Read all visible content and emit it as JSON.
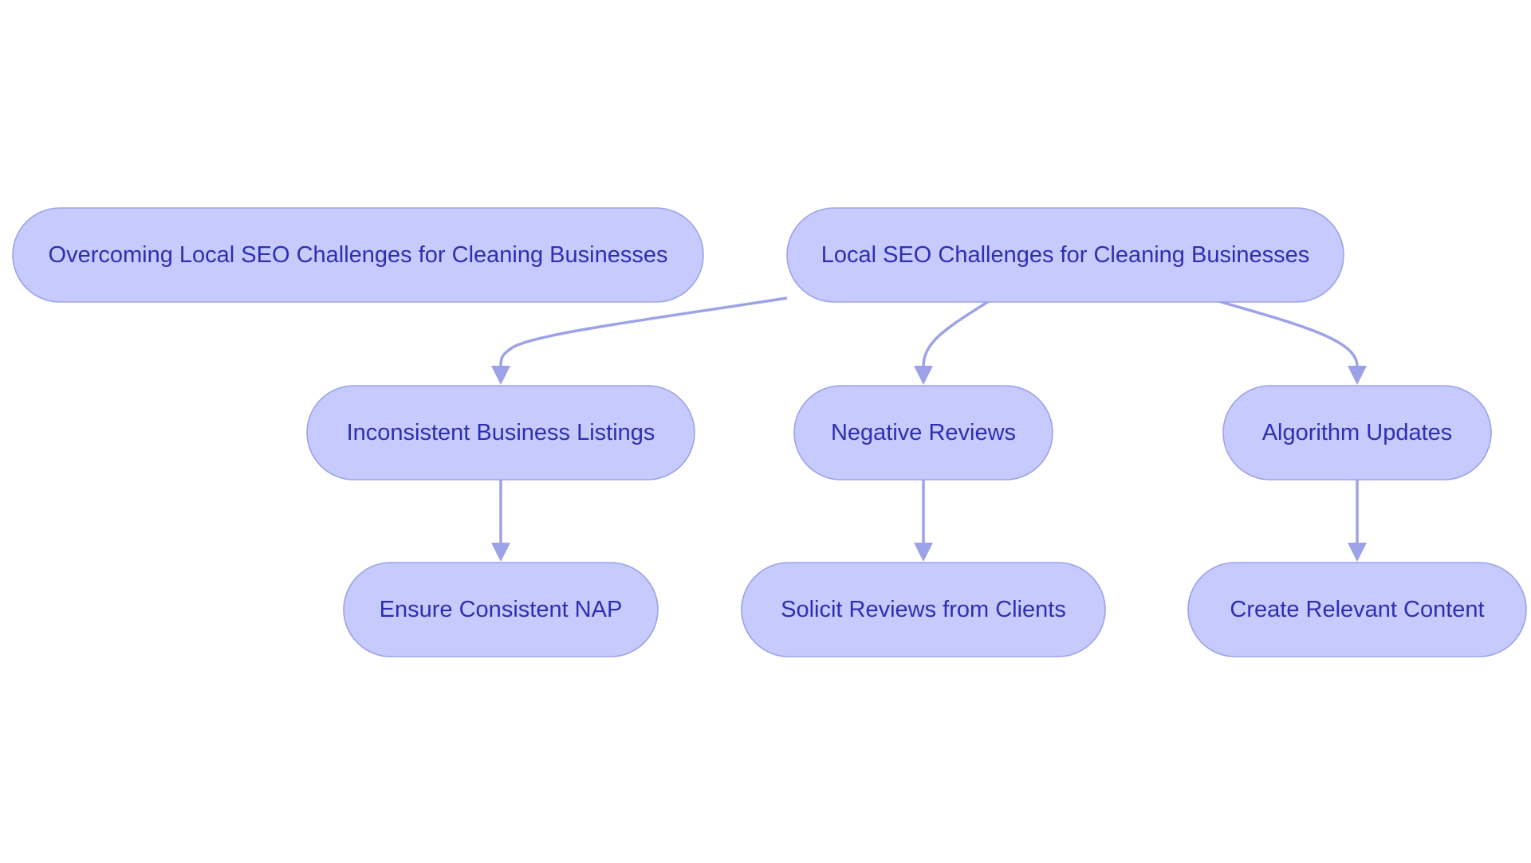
{
  "colors": {
    "node_fill": "#c6cafd",
    "node_stroke": "#9da2e8",
    "node_text": "#2e2fb0",
    "edge": "#9da2e8"
  },
  "nodes": {
    "title": "Overcoming Local SEO Challenges for Cleaning Businesses",
    "root": "Local SEO Challenges for Cleaning Businesses",
    "listings": "Inconsistent Business Listings",
    "reviews": "Negative Reviews",
    "algorithm": "Algorithm Updates",
    "nap": "Ensure Consistent NAP",
    "solicit": "Solicit Reviews from Clients",
    "content": "Create Relevant Content"
  }
}
